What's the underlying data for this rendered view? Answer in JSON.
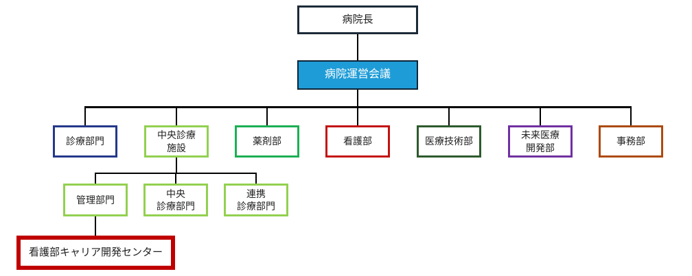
{
  "chart": {
    "type": "org-chart",
    "line_color": "#000000",
    "nodes": {
      "director": {
        "label": "病院長",
        "border_color": "#1B2A38"
      },
      "meeting": {
        "label": "病院運営会議",
        "bg_color": "#1E9CD7",
        "border_color": "#0D2436",
        "text_color": "#FFFFFF"
      },
      "departments": [
        {
          "label": "診療部門",
          "border_color": "#24388A"
        },
        {
          "label": "中央診療\n施設",
          "border_color": "#92D050"
        },
        {
          "label": "薬剤部",
          "border_color": "#1CAF54"
        },
        {
          "label": "看護部",
          "border_color": "#C41111"
        },
        {
          "label": "医療技術部",
          "border_color": "#2D5A2D"
        },
        {
          "label": "未来医療\n開発部",
          "border_color": "#7030A0"
        },
        {
          "label": "事務部",
          "border_color": "#AC4A0C"
        }
      ],
      "central_facility_children": [
        {
          "label": "管理部門",
          "border_color": "#92D050"
        },
        {
          "label": "中央\n診療部門",
          "border_color": "#92D050"
        },
        {
          "label": "連携\n診療部門",
          "border_color": "#92D050"
        }
      ],
      "career_center": {
        "label": "看護部キャリア開発センター",
        "border_color": "#C00000"
      }
    }
  }
}
